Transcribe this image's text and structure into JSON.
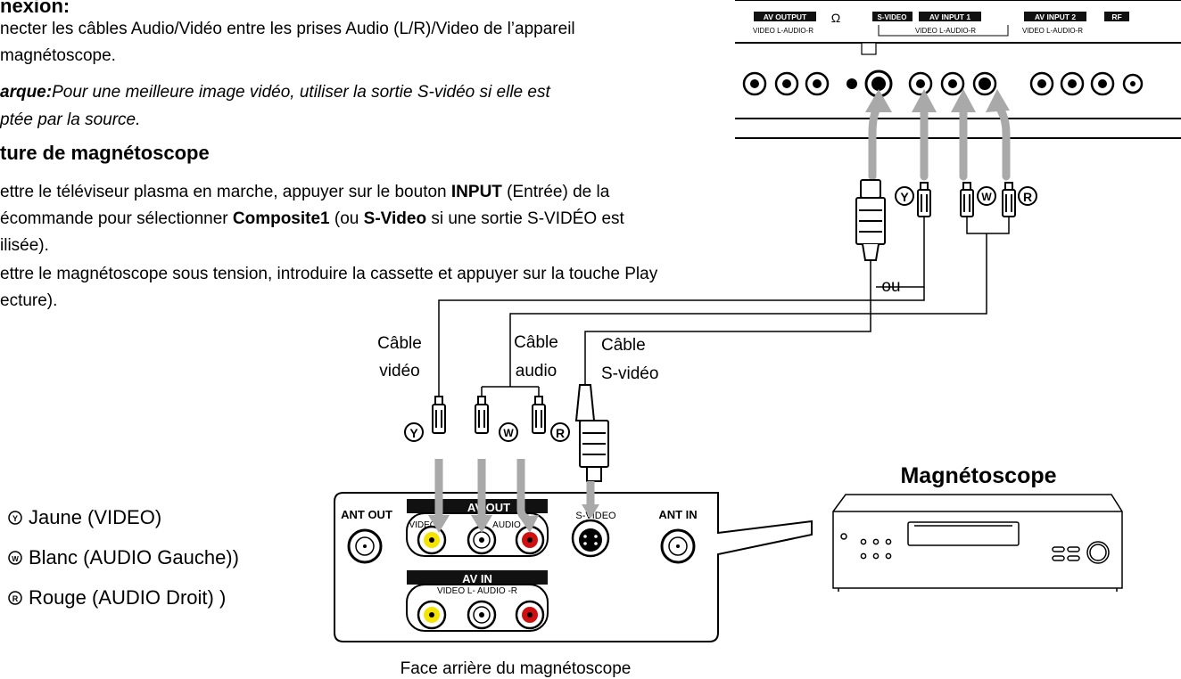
{
  "text": {
    "heading_connexion": "nexion:",
    "line1": "necter les câbles Audio/Vidéo entre les prises Audio (L/R)/Video de l’appareil",
    "line2": "magnétoscope.",
    "remarque_label": "arque:",
    "remarque_text1": "Pour une meilleure image vidéo, utiliser la sortie S-vidéo si elle est",
    "remarque_text2": "ptée par la source.",
    "heading_lecture": "ture de magnétoscope",
    "step1_a": "ettre le téléviseur plasma en marche, appuyer sur le bouton ",
    "step1_b": "INPUT",
    "step1_c": " (Entrée) de la",
    "step1_d": "écommande pour sélectionner ",
    "step1_e": "Composite1",
    "step1_f": " (ou ",
    "step1_g": "S-Video",
    "step1_h": " si une sortie S-VIDÉO est",
    "step1_i": "ilisée).",
    "step2_a": "ettre le magnétoscope sous tension, introduire la cassette et appuyer sur la touche Play",
    "step2_b": "ecture)."
  },
  "tv_panel": {
    "av_output": "AV OUTPUT",
    "av_output_sub": "VIDEO    L-AUDIO-R",
    "headphone": "Ω",
    "svideo": "S-VIDEO",
    "av_input1": "AV INPUT 1",
    "av_input1_sub": "VIDEO    L-AUDIO-R",
    "av_input2": "AV INPUT 2",
    "av_input2_sub": "VIDEO    L-AUDIO-R",
    "rf": "RF"
  },
  "cables": {
    "ou": "ou",
    "video_l1": "Câble",
    "video_l2": "vidéo",
    "audio_l1": "Câble",
    "audio_l2": "audio",
    "svideo_l1": "Câble",
    "svideo_l2": "S-vidéo",
    "y": "Y",
    "w": "W",
    "r": "R"
  },
  "vcr_panel": {
    "ant_out": "ANT OUT",
    "av_out": "AV OUT",
    "video": "VIDEO",
    "audio": "AUDIO",
    "svideo": "S-VIDEO",
    "ant_in": "ANT IN",
    "av_in": "AV IN",
    "av_in_sub": "VIDEO    L- AUDIO -R",
    "caption": "Face arrière du magnétoscope"
  },
  "vcr": {
    "title": "Magnétoscope"
  },
  "legend": [
    {
      "symbol": "Y",
      "text": "Jaune  (VIDEO)"
    },
    {
      "symbol": "W",
      "text": "Blanc (AUDIO Gauche))"
    },
    {
      "symbol": "R",
      "text": "Rouge (AUDIO Droit) )"
    }
  ],
  "colors": {
    "yellow": "#f5e400",
    "red": "#d01010",
    "arrow": "#a9a9a9"
  }
}
